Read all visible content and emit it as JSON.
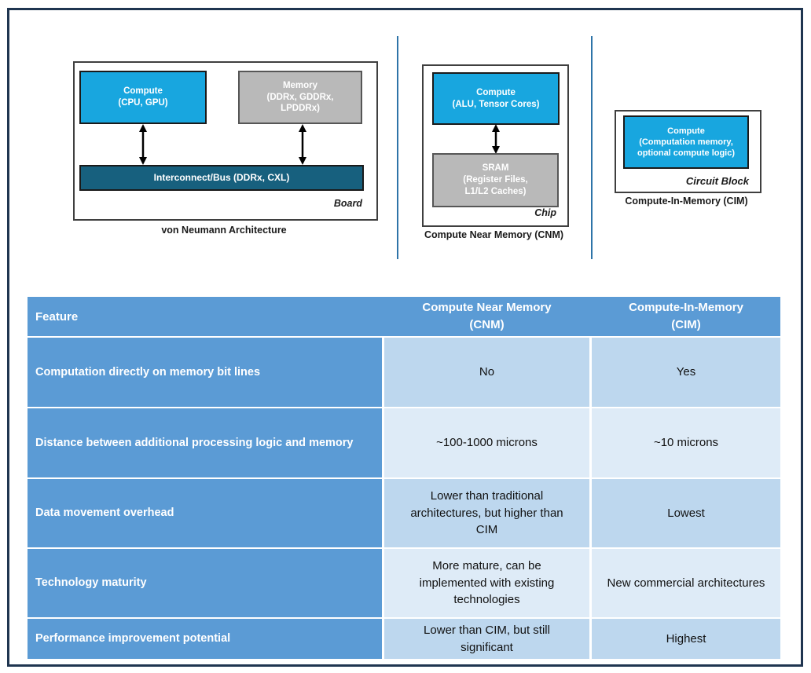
{
  "colors": {
    "frame_border": "#1F3550",
    "block_blue": "#18A6DF",
    "block_teal": "#17607E",
    "block_gray": "#B9B9B9",
    "divider_blue": "#2E74A8",
    "table_header_blue": "#5B9BD5",
    "row_band_dark": "#BDD7EE",
    "row_band_light": "#DEEBF7"
  },
  "diagrams": {
    "von_neumann": {
      "caption": "von Neumann Architecture",
      "corner_label": "Board",
      "compute": {
        "line1": "Compute",
        "line2": "(CPU, GPU)"
      },
      "memory": {
        "line1": "Memory",
        "line2": "(DDRx, GDDRx,",
        "line3": "LPDDRx)"
      },
      "bus": {
        "line1": "Interconnect/Bus (DDRx, CXL)"
      }
    },
    "cnm": {
      "caption": "Compute Near Memory (CNM)",
      "corner_label": "Chip",
      "compute": {
        "line1": "Compute",
        "line2": "(ALU, Tensor Cores)"
      },
      "sram": {
        "line1": "SRAM",
        "line2": "(Register Files,",
        "line3": "L1/L2 Caches)"
      }
    },
    "cim": {
      "caption": "Compute-In-Memory (CIM)",
      "corner_label": "Circuit Block",
      "compute": {
        "line1": "Compute",
        "line2": "(Computation memory,",
        "line3": "optional compute logic)"
      }
    }
  },
  "table": {
    "header": {
      "feature": "Feature",
      "cnm_line1": "Compute Near Memory",
      "cnm_line2": "(CNM)",
      "cim_line1": "Compute-In-Memory",
      "cim_line2": "(CIM)"
    },
    "rows": [
      {
        "feature": "Computation directly on memory bit lines",
        "cnm": "No",
        "cim": "Yes"
      },
      {
        "feature": "Distance between additional processing logic and memory",
        "cnm": "~100-1000 microns",
        "cim": "~10 microns"
      },
      {
        "feature": "Data movement overhead",
        "cnm": "Lower than traditional architectures, but higher than CIM",
        "cim": "Lowest"
      },
      {
        "feature": "Technology maturity",
        "cnm": "More mature, can be implemented with existing technologies",
        "cim": "New commercial architectures"
      },
      {
        "feature": "Performance improvement potential",
        "cnm": "Lower than CIM, but still significant",
        "cim": "Highest"
      }
    ]
  }
}
